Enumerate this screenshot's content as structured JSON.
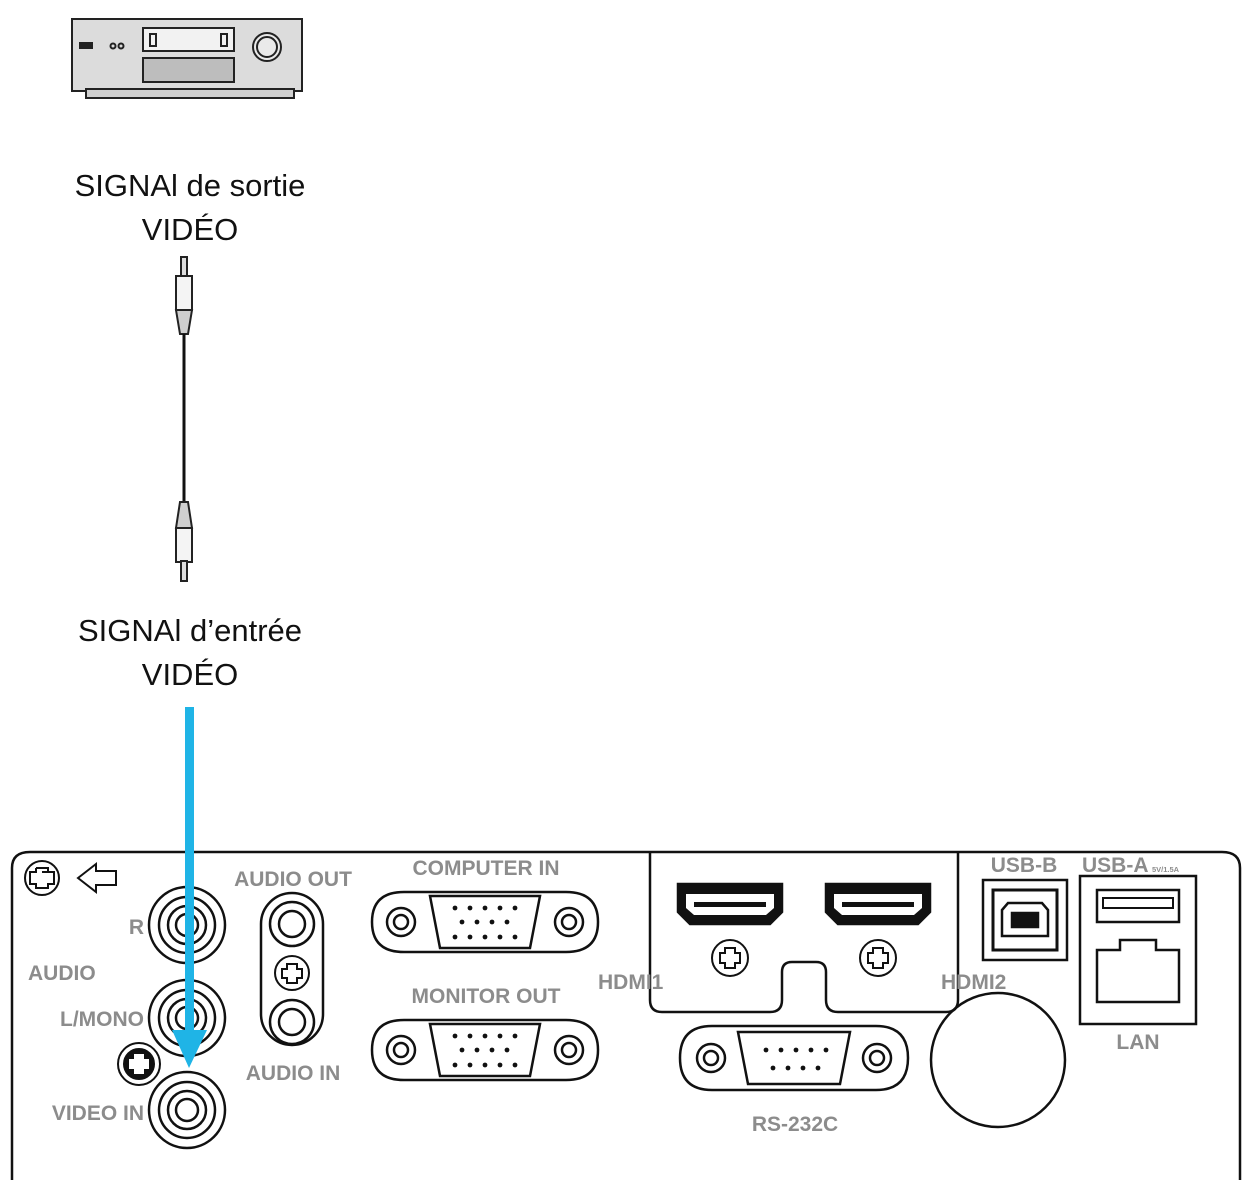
{
  "source_caption": {
    "line1": "SIGNAl de sortie",
    "line2": "VIDÉO"
  },
  "input_caption": {
    "line1": "SIGNAl d’entrée",
    "line2": "VIDÉO"
  },
  "panel_labels": {
    "audio_out": "AUDIO OUT",
    "computer_in": "COMPUTER IN",
    "usb_b": "USB-B",
    "usb_a": "USB-A",
    "usb_a_rating": "5V/1.5A",
    "r": "R",
    "audio": "AUDIO",
    "l_mono": "L/MONO",
    "monitor_out": "MONITOR OUT",
    "hdmi1": "HDMI1",
    "hdmi2": "HDMI2",
    "lan": "LAN",
    "audio_in": "AUDIO IN",
    "video_in": "VIDEO IN",
    "rs232c": "RS-232C"
  },
  "colors": {
    "arrow": "#1fb4e6",
    "outline": "#111111",
    "label_gray": "#8c8c8c",
    "device_fill": "#d9d9d9"
  },
  "icons": [
    "video-source-device-icon",
    "rca-cable-icon",
    "signal-arrow-icon",
    "screw-icon",
    "arrow-left-icon"
  ]
}
